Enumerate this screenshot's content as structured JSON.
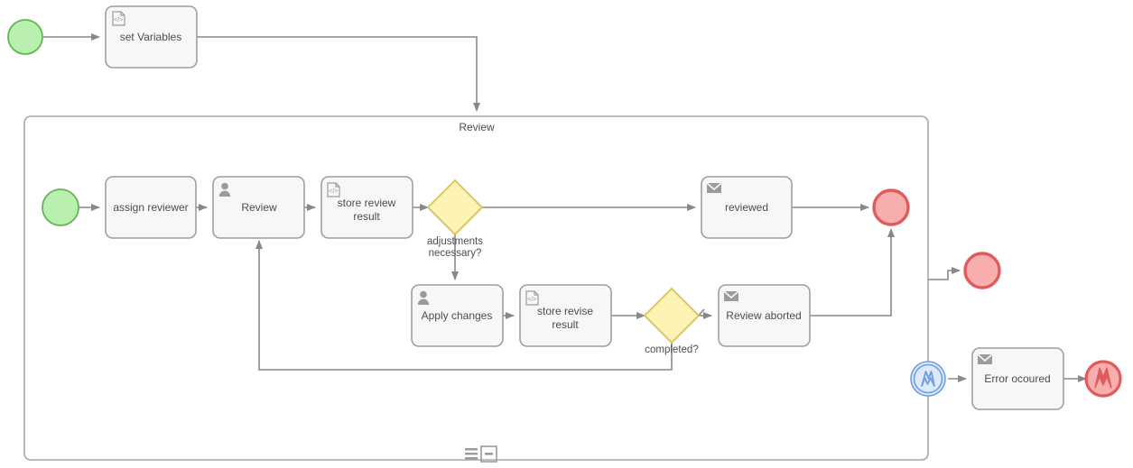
{
  "diagram": {
    "type": "bpmn-process-diagram",
    "title": "Review",
    "colors": {
      "task_fill": "#f7f7f7",
      "task_stroke": "#9e9e9e",
      "text": "#4d4d4d",
      "flow_stroke": "#888888",
      "start_fill": "#b9f0b0",
      "start_stroke": "#62b555",
      "end_fill": "#f9aeae",
      "end_stroke": "#e05c5c",
      "gateway_fill": "#fcf2b4",
      "gateway_stroke": "#d6c35a",
      "boundary_fill": "#ddeafb",
      "boundary_stroke": "#6f9fe0",
      "subprocess_stroke": "#a6a6a6",
      "icon_gray": "#9b9b9b"
    }
  },
  "outer": {
    "start_event": {
      "name": "start-event",
      "label": ""
    },
    "set_variables_task": {
      "label": "set Variables",
      "icon": "script-task-icon"
    },
    "subprocess": {
      "label": "Review",
      "markers": [
        "parallel-multi-instance-marker",
        "collapse-marker"
      ]
    },
    "subprocess_end_event": {
      "name": "subprocess-end-event",
      "label": ""
    },
    "boundary_error_event": {
      "name": "boundary-error-event",
      "icon": "error-bolt-icon",
      "label": ""
    },
    "error_task": {
      "label": "Error ocoured",
      "icon": "message-task-icon"
    },
    "error_end_event": {
      "name": "error-end-event",
      "icon": "error-bolt-icon",
      "label": ""
    }
  },
  "inner": {
    "start_event": {
      "name": "inner-start-event",
      "label": ""
    },
    "tasks": [
      {
        "id": "assign-reviewer",
        "label": "assign reviewer",
        "icon": "none"
      },
      {
        "id": "review",
        "label": "Review",
        "icon": "user-task-icon"
      },
      {
        "id": "store-review-result",
        "label": "store review\nresult",
        "line1": "store review",
        "line2": "result",
        "icon": "script-task-icon"
      },
      {
        "id": "reviewed",
        "label": "reviewed",
        "icon": "message-task-icon"
      },
      {
        "id": "apply-changes",
        "label": "Apply changes",
        "icon": "user-task-icon"
      },
      {
        "id": "store-revise-result",
        "label": "store revise\nresult",
        "line1": "store revise",
        "line2": "result",
        "icon": "script-task-icon"
      },
      {
        "id": "review-aborted",
        "label": "Review aborted",
        "icon": "message-task-icon"
      }
    ],
    "gateways": [
      {
        "id": "adjustments-gateway",
        "label": "adjustments\nnecessary?",
        "line1": "adjustments",
        "line2": "necessary?",
        "type": "exclusive"
      },
      {
        "id": "completed-gateway",
        "label": "completed?",
        "line1": "completed?",
        "line2": "",
        "type": "exclusive"
      }
    ],
    "end_event": {
      "name": "inner-end-event",
      "label": ""
    }
  }
}
